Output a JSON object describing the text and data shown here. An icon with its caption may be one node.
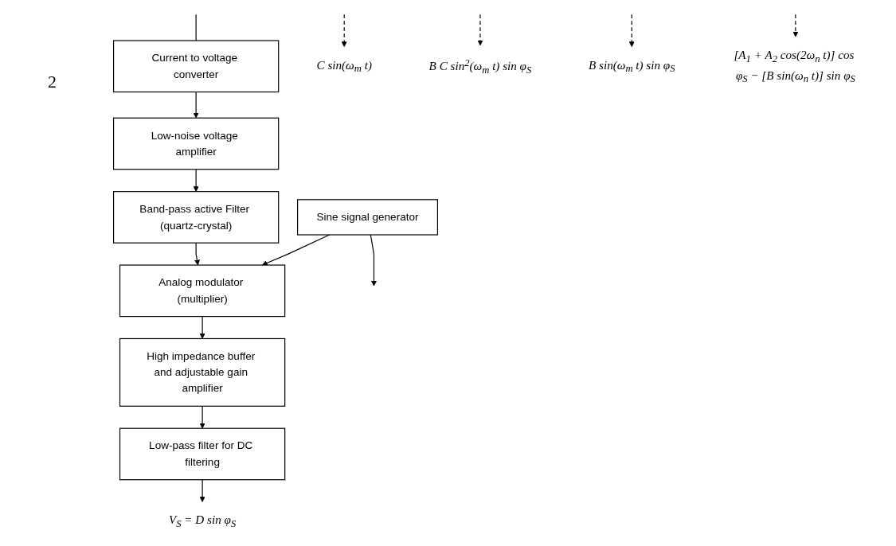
{
  "diagram": {
    "nodes": [
      {
        "text": [
          "Current to voltage converter"
        ]
      },
      {
        "text": [
          "Low-noise voltage amplifier"
        ]
      },
      {
        "text": [
          "Band-pass active Filter (quartz-crystal)"
        ]
      },
      {
        "text": [
          "Sine signal generator"
        ]
      },
      {
        "text": [
          "C sin(ω$_{m}$ t)"
        ]
      },
      {
        "text": [
          "Analog modulator (multiplier)"
        ]
      },
      {
        "text": [
          "B C sin$^{2}$(ω$_{m}$ t) sin φ$_{S}$"
        ]
      },
      {
        "text": [
          "High impedance buffer and adjustable gain amplifier"
        ]
      },
      {
        "text": [
          "Low-pass filter for DC filtering"
        ]
      },
      {
        "text": [
          "B sin(ω$_{m}$ t) sin φ$_{S}$"
        ]
      },
      {
        "text": [
          "[A$_{1}$ + A$_{2}$ cos(2ω$_{n}$ t)] cos φ$_{S}$ − [B sin(ω$_{n}$ t)] sin φ$_{S}$"
        ]
      },
      {
        "text": [
          "V$_{S}$ = D sin φ$_{S}$"
        ]
      }
    ],
    "edges": [
      {
        "from": null,
        "to": 0,
        "arrow": "none"
      },
      {
        "from": 0,
        "to": 1,
        "arrow": "to"
      },
      {
        "from": 1,
        "to": 2,
        "arrow": "to"
      },
      {
        "from": 2,
        "to": 5,
        "arrow": "to"
      },
      {
        "from": 3,
        "to": 5,
        "arrow": "to"
      },
      {
        "from": 5,
        "to": 7,
        "arrow": "to"
      },
      {
        "from": 7,
        "to": 8,
        "arrow": "to"
      },
      {
        "from": 8,
        "to": 11,
        "arrow": "to"
      },
      {
        "from": 3,
        "to": null,
        "arrow": "to"
      },
      {
        "from": null,
        "to": 4,
        "arrow": "to",
        "style": "dashed"
      },
      {
        "from": null,
        "to": 10,
        "arrow": "to",
        "style": "dashed"
      },
      {
        "from": null,
        "to": 9,
        "arrow": "to",
        "style": "dashed"
      },
      {
        "from": null,
        "to": 6,
        "arrow": "to",
        "style": "dashed"
      }
    ],
    "labels": [
      "2"
    ]
  }
}
